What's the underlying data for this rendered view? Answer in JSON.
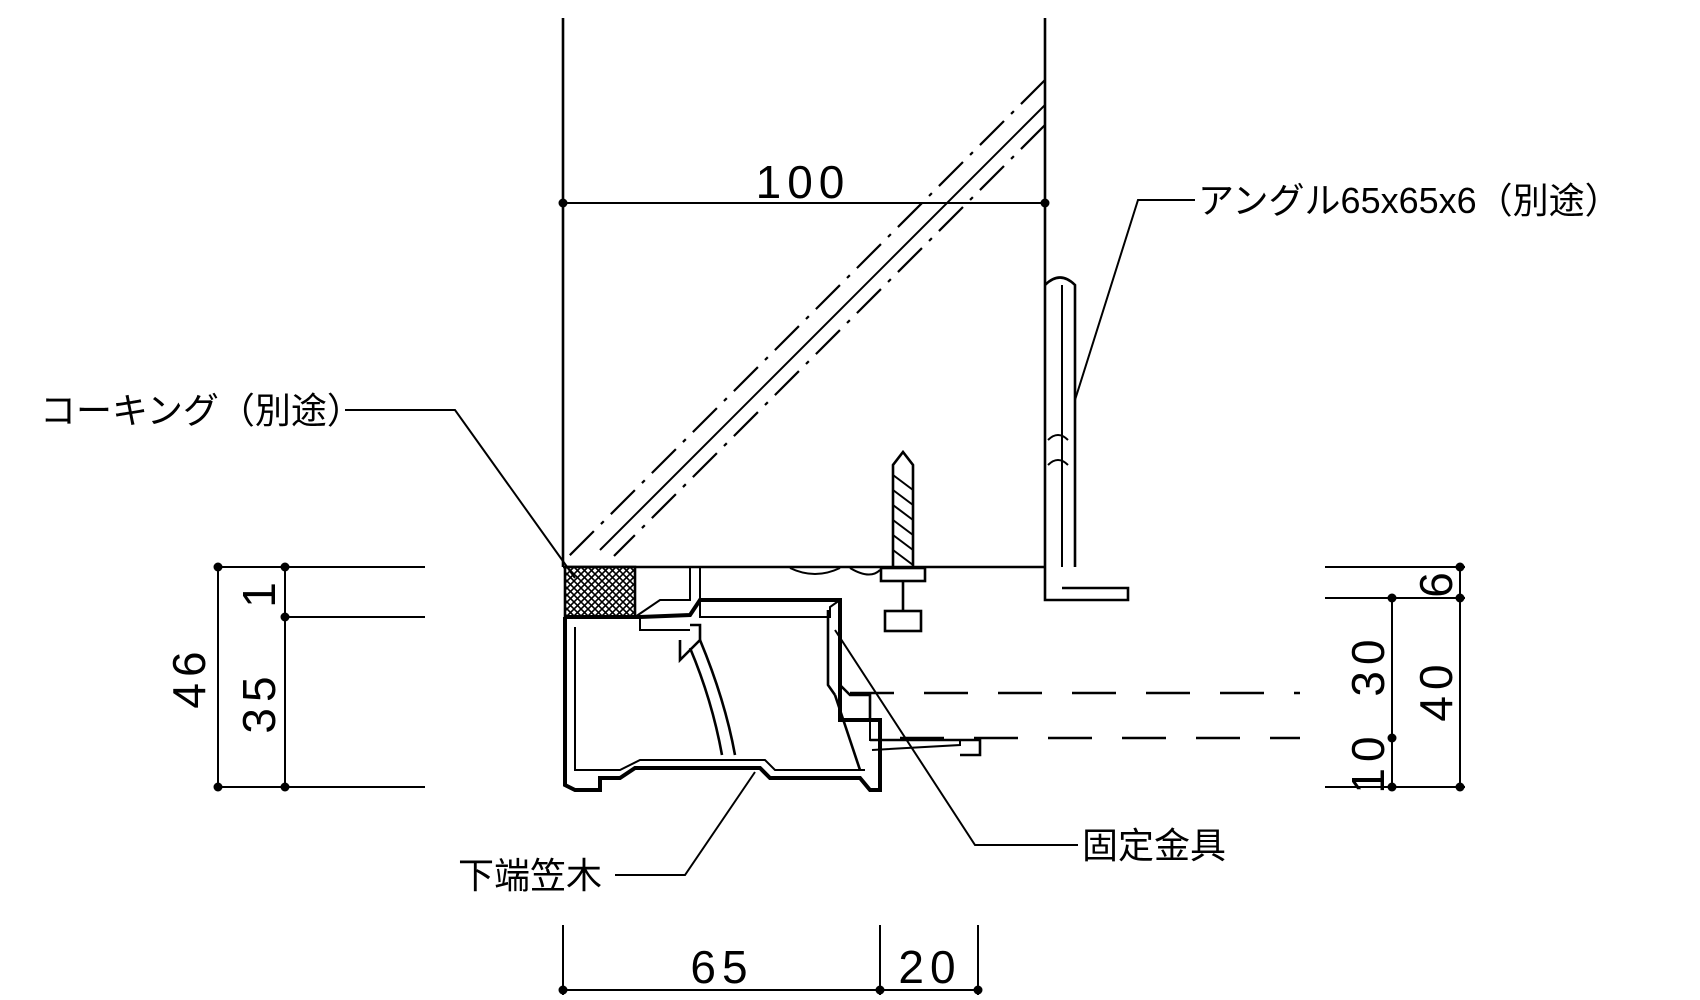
{
  "labels": {
    "caulking": "コーキング（別途）",
    "angle": "アングル65x65x6（別途）",
    "fixing_bracket": "固定金具",
    "bottom_coping": "下端笠木"
  },
  "dimensions": {
    "top_width": "100",
    "left_total": "46",
    "left_upper": "1",
    "left_lower": "35",
    "right_top": "6",
    "right_mid": "30",
    "right_total": "40",
    "right_bottom": "10",
    "bottom_left": "65",
    "bottom_right": "20"
  }
}
